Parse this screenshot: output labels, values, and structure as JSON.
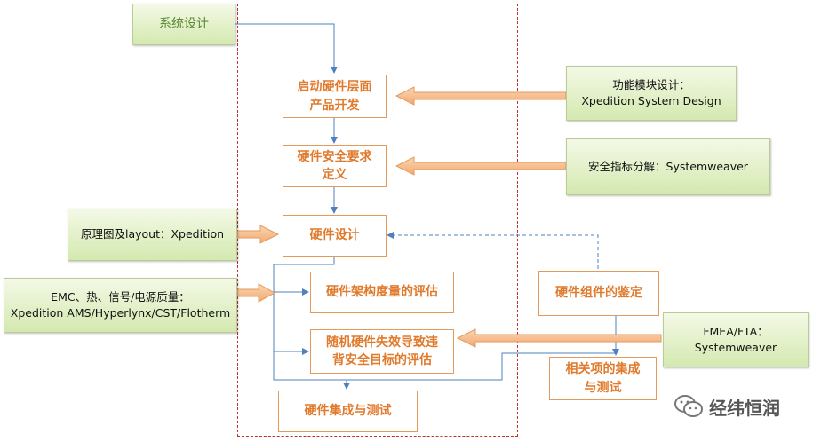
{
  "nodes": {
    "system_design": "系统设计",
    "start_hw": "启动硬件层面\n产品开发",
    "hw_safety_req": "硬件安全要求\n定义",
    "hw_design": "硬件设计",
    "hw_arch_eval": "硬件架构度量的评估",
    "random_hw_fail": "随机硬件失效导致违\n背安全目标的评估",
    "hw_integration": "硬件集成与测试",
    "hw_component": "硬件组件的鉴定",
    "related_items": "相关项的集成\n与测试"
  },
  "tools": {
    "func_module": "功能模块设计：\nXpedition System Design",
    "safety_index": "安全指标分解：Systemweaver",
    "schematic": "原理图及layout：Xpedition",
    "emc": "EMC、热、信号/电源质量：\nXpedition AMS/Hyperlynx/CST/Flotherm",
    "fmea": "FMEA/FTA：\nSystemweaver"
  },
  "watermark": "经纬恒润",
  "colors": {
    "process_border": "#e39a5b",
    "process_text": "#e07a2c",
    "tool_bg": "#d4e9b0",
    "frame": "#c0302c",
    "connector": "#4f81bd",
    "arrow_fill": "#f4bd8e"
  }
}
